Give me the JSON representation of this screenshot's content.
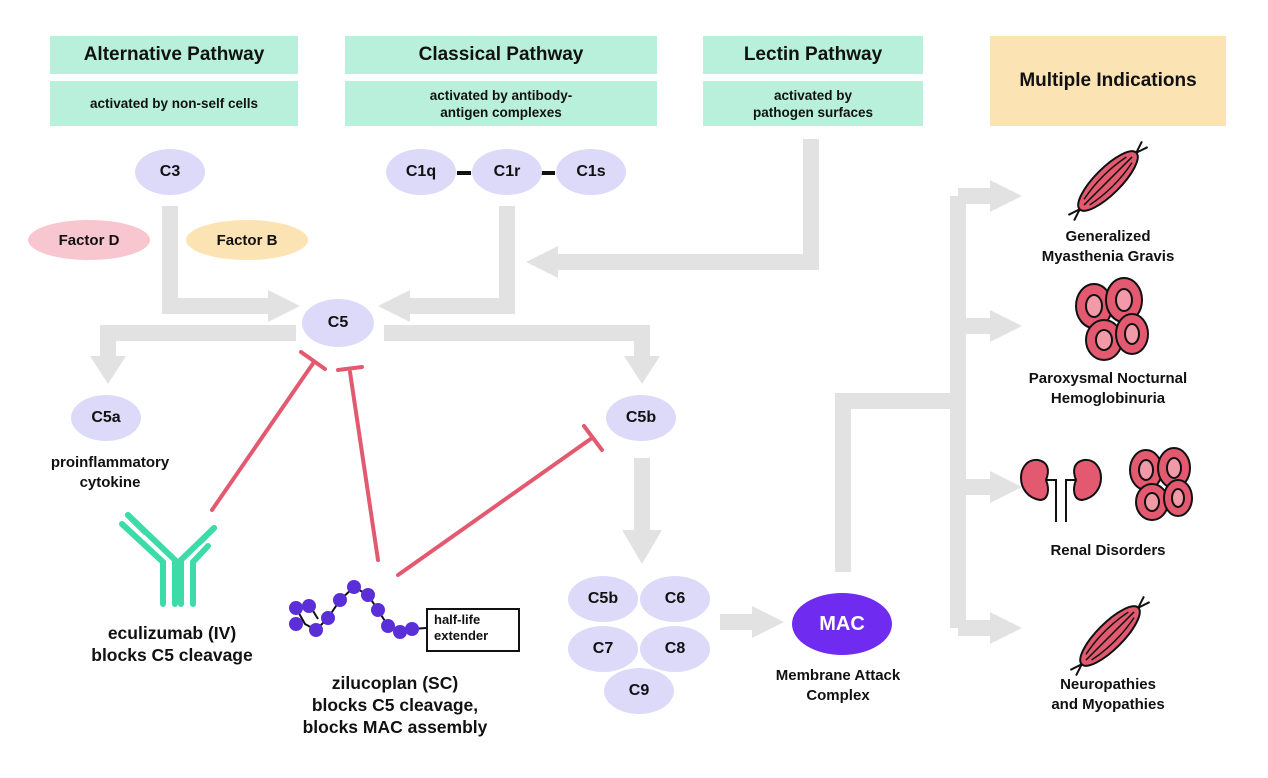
{
  "pathways": {
    "alternative": {
      "title": "Alternative Pathway",
      "subtitle": "activated by non-self cells"
    },
    "classical": {
      "title": "Classical Pathway",
      "subtitle": "activated by antibody-\nantigen complexes"
    },
    "lectin": {
      "title": "Lectin Pathway",
      "subtitle": "activated by\npathogen surfaces"
    }
  },
  "indications_header": "Multiple Indications",
  "nodes": {
    "c3": "C3",
    "c1q": "C1q",
    "c1r": "C1r",
    "c1s": "C1s",
    "factor_d": "Factor D",
    "factor_b": "Factor B",
    "c5": "C5",
    "c5a": "C5a",
    "c5b": "C5b",
    "mac": "MAC",
    "cluster": {
      "c5b": "C5b",
      "c6": "C6",
      "c7": "C7",
      "c8": "C8",
      "c9": "C9"
    }
  },
  "labels": {
    "c5a_desc": "proinflammatory\ncytokine",
    "eculizumab": "eculizumab (IV)\nblocks C5 cleavage",
    "zilucoplan": "zilucoplan (SC)\nblocks C5 cleavage,\nblocks MAC assembly",
    "half_life": "half-life\nextender",
    "mac_desc": "Membrane Attack\nComplex"
  },
  "indications": [
    {
      "label": "Generalized\nMyasthenia Gravis",
      "icon": "muscle-icon"
    },
    {
      "label": "Paroxysmal Nocturnal\nHemoglobinuria",
      "icon": "red-blood-cells-icon"
    },
    {
      "label": "Renal Disorders",
      "icon": "kidney-icon"
    },
    {
      "label": "Neuropathies\nand Myopathies",
      "icon": "muscle-icon"
    }
  ],
  "colors": {
    "pathway_box": "#b9f0dc",
    "indication_box": "#fce3b4",
    "node": "#dcdaf8",
    "factor_d": "#f8c6cf",
    "factor_b": "#fce3b4",
    "mac": "#6f2cf0",
    "inhibitor": "#e35a70",
    "antibody": "#3ddba8",
    "peptide": "#5b2fd8",
    "arrow": "#e2e2e2",
    "icon_fill": "#e35a70"
  }
}
